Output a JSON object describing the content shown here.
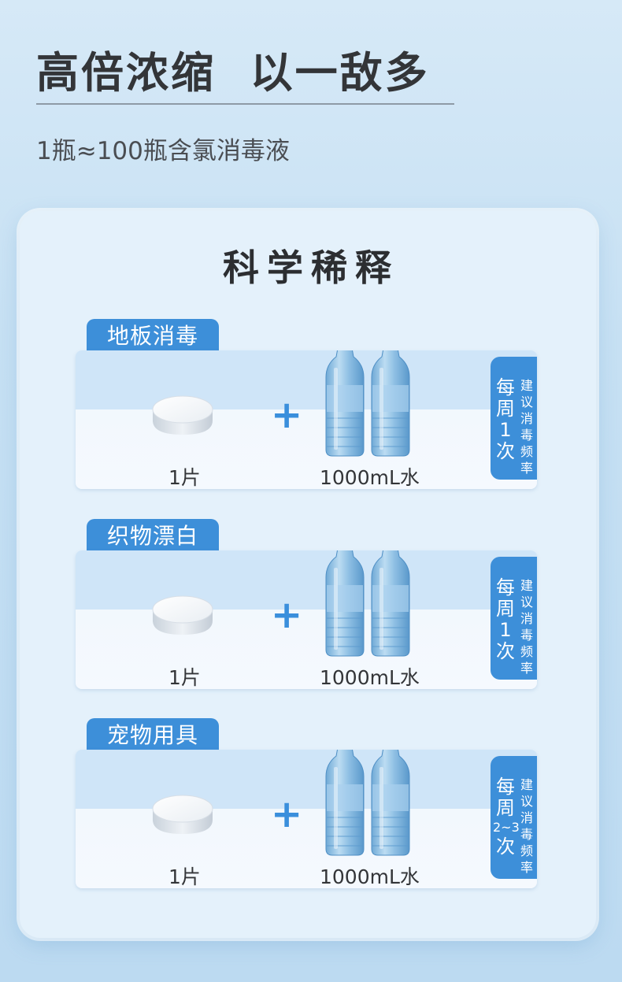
{
  "header": {
    "title": "高倍浓缩  以一敌多",
    "subtitle": "1瓶≈100瓶含氯消毒液"
  },
  "panel": {
    "title": "科学稀释"
  },
  "colors": {
    "accent": "#3d8fd9",
    "text": "#333538",
    "panel": "#e4f1fb"
  },
  "icons": {
    "tablet": "white-disinfectant-tablet",
    "bottles": "two-water-bottles",
    "plus": "plus-sign"
  },
  "cards": [
    {
      "label": "地板消毒",
      "plus": "+",
      "tablet_qty": "1片",
      "water_qty": "1000mL水",
      "freq_c1": "每",
      "freq_c2": "周",
      "freq_c3": "1",
      "freq_c4": "次",
      "note_c1": "建",
      "note_c2": "议",
      "note_c3": "消",
      "note_c4": "毒",
      "note_c5": "频",
      "note_c6": "率"
    },
    {
      "label": "织物漂白",
      "plus": "+",
      "tablet_qty": "1片",
      "water_qty": "1000mL水",
      "freq_c1": "每",
      "freq_c2": "周",
      "freq_c3": "1",
      "freq_c4": "次",
      "note_c1": "建",
      "note_c2": "议",
      "note_c3": "消",
      "note_c4": "毒",
      "note_c5": "频",
      "note_c6": "率"
    },
    {
      "label": "宠物用具",
      "plus": "+",
      "tablet_qty": "1片",
      "water_qty": "1000mL水",
      "freq_c1": "每",
      "freq_c2": "周",
      "freq_c3": "2~3",
      "freq_c4": "次",
      "note_c1": "建",
      "note_c2": "议",
      "note_c3": "消",
      "note_c4": "毒",
      "note_c5": "频",
      "note_c6": "率"
    }
  ]
}
